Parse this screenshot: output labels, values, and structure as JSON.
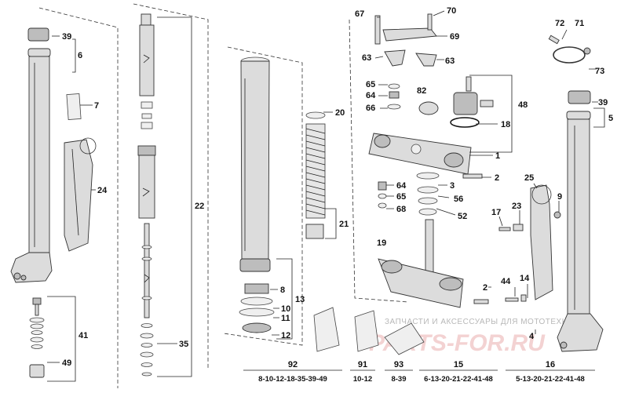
{
  "labels": {
    "l39a": "39",
    "l6": "6",
    "l7": "7",
    "l24": "24",
    "l41": "41",
    "l49": "49",
    "l22": "22",
    "l35": "35",
    "l20": "20",
    "l21": "21",
    "l8": "8",
    "l10": "10",
    "l11": "11",
    "l12": "12",
    "l13": "13",
    "l67": "67",
    "l70": "70",
    "l69": "69",
    "l63a": "63",
    "l63b": "63",
    "l65a": "65",
    "l64a": "64",
    "l66": "66",
    "l82": "82",
    "l48": "48",
    "l18": "18",
    "l1": "1",
    "l2a": "2",
    "l3": "3",
    "l64b": "64",
    "l65b": "65",
    "l56": "56",
    "l68": "68",
    "l52": "52",
    "l19": "19",
    "l2b": "2",
    "l44": "44",
    "l14": "14",
    "l4": "4",
    "l17": "17",
    "l23": "23",
    "l9": "9",
    "l25": "25",
    "l72": "72",
    "l71": "71",
    "l73": "73",
    "l39b": "39",
    "l5": "5"
  },
  "kits": {
    "k92": {
      "num": "92",
      "text": "8-10-12-18-35-39-49"
    },
    "k91": {
      "num": "91",
      "text": "10-12"
    },
    "k93": {
      "num": "93",
      "text": "8-39"
    },
    "k15": {
      "num": "15",
      "text": "6-13-20-21-22-41-48"
    },
    "k16": {
      "num": "16",
      "text": "5-13-20-21-22-41-48"
    }
  },
  "watermark": {
    "tagline": "ЗАПЧАСТИ И АКСЕССУАРЫ ДЛЯ МОТОТЕХНИКИ",
    "brand": "PARTS-FOR.RU"
  }
}
